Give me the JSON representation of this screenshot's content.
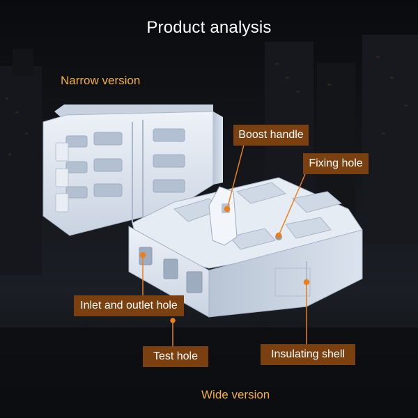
{
  "title": "Product analysis",
  "captions": {
    "narrow": "Narrow version",
    "wide": "Wide version"
  },
  "callouts": {
    "boost_handle": "Boost handle",
    "fixing_hole": "Fixing hole",
    "inlet_outlet_hole": "Inlet and outlet hole",
    "test_hole": "Test hole",
    "insulating_shell": "Insulating shell"
  },
  "colors": {
    "caption": "#f2b13a",
    "label_bg": "#7a4010",
    "leader": "#e8801e",
    "connector_body": "#dfe6f0"
  }
}
